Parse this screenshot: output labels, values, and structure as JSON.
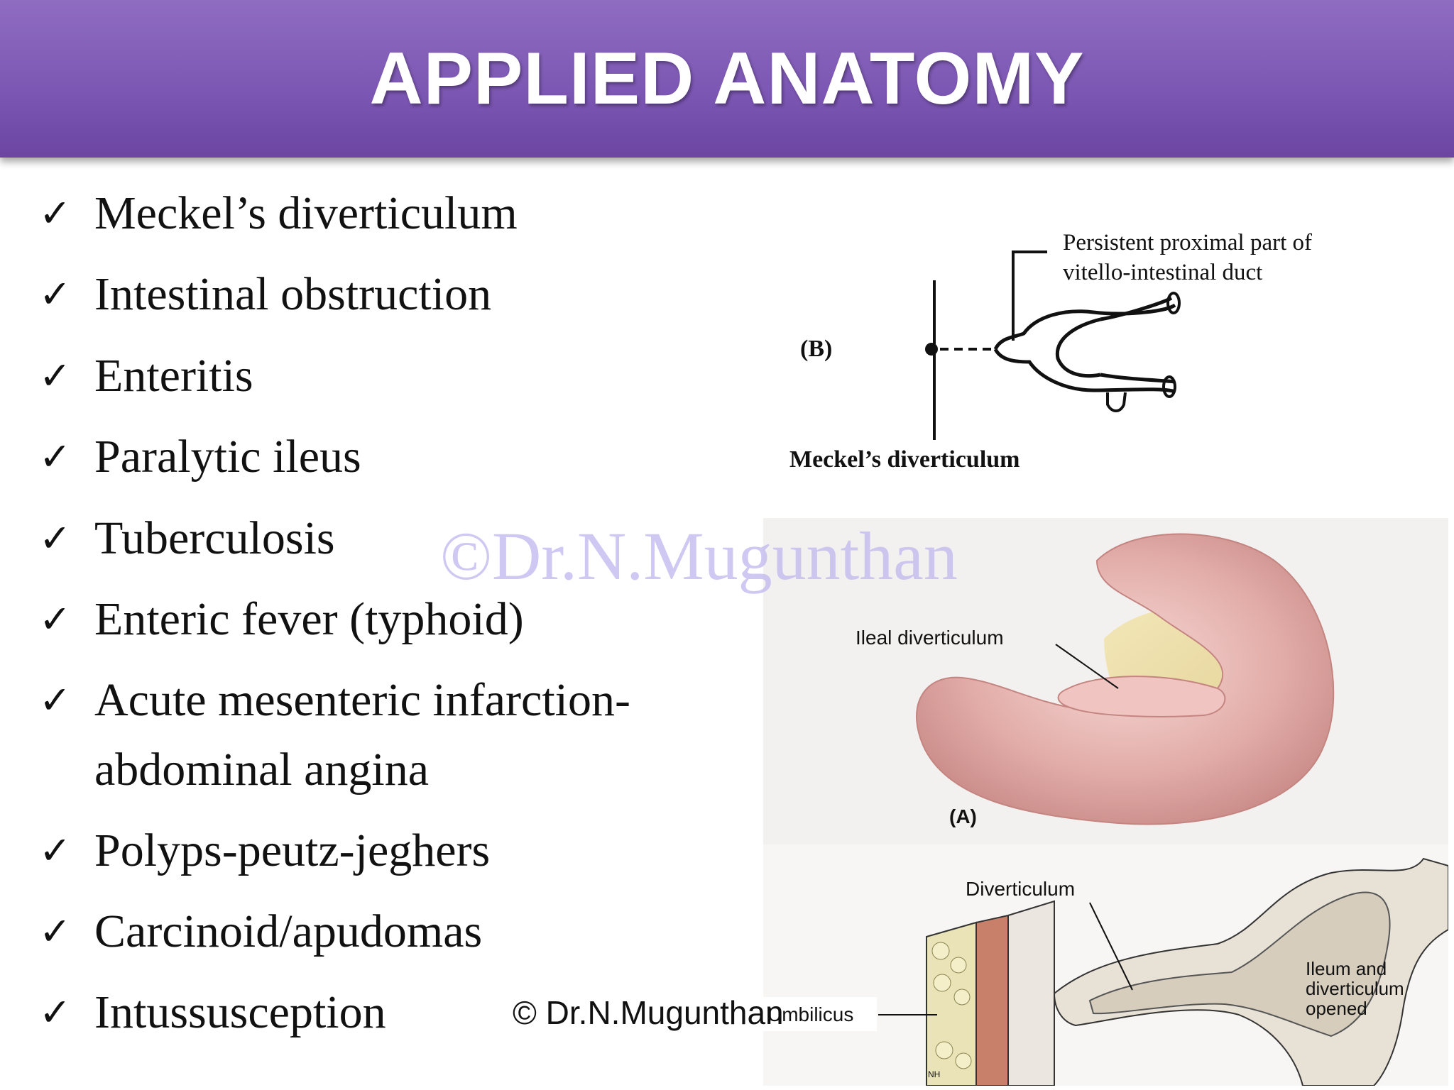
{
  "title": "APPLIED ANATOMY",
  "bullets": [
    {
      "text": "Meckel’s diverticulum"
    },
    {
      "text": "Intestinal obstruction"
    },
    {
      "text": "Enteritis"
    },
    {
      "text": "Paralytic ileus"
    },
    {
      "text": "Tuberculosis"
    },
    {
      "text": "Enteric fever (typhoid)"
    },
    {
      "text": "Acute mesenteric infarction-",
      "continuation": "abdominal angina"
    },
    {
      "text": "Polyps-peutz-jeghers"
    },
    {
      "text": "Carcinoid/apudomas"
    },
    {
      "text": "Intussusception"
    }
  ],
  "check_mark": "✓",
  "watermark": "©Dr.N.Mugunthan",
  "copyright": "© Dr.N.Mugunthan",
  "diagram_b": {
    "panel_label": "(B)",
    "duct_label_line1": "Persistent proximal part of",
    "duct_label_line2": "vitello-intestinal duct",
    "caption": "Meckel’s diverticulum"
  },
  "diagram_a": {
    "label": "Ileal diverticulum",
    "panel_label": "(A)"
  },
  "diagram_c": {
    "diverticulum_label": "Diverticulum",
    "umbilicus_label": "Umbilicus",
    "ileum_line1": "Ileum and",
    "ileum_line2": "diverticulum",
    "ileum_line3": "opened",
    "initials": "NH"
  }
}
